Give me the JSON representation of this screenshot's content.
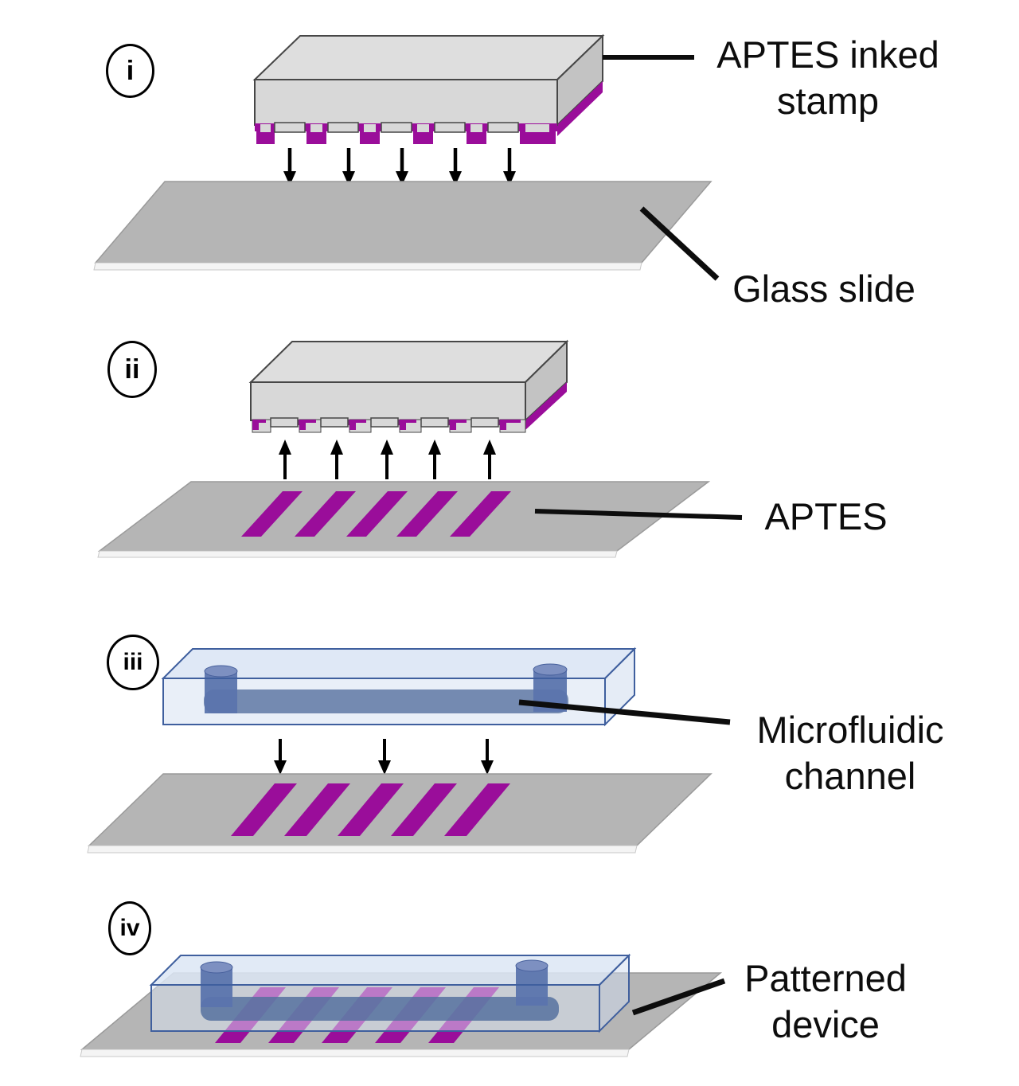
{
  "figure": {
    "type": "process-diagram",
    "subject": "Microcontact printing of APTES and microfluidic device assembly",
    "background": "#ffffff",
    "steps": [
      {
        "numeral": "i",
        "description_visible": "inked stamp lowered onto glass slide",
        "arrow_direction": "down",
        "arrow_count": 5
      },
      {
        "numeral": "ii",
        "description_visible": "stamp lifted leaving APTES stripes",
        "arrow_direction": "up",
        "arrow_count": 5,
        "stripe_count": 5
      },
      {
        "numeral": "iii",
        "description_visible": "microfluidic channel lowered onto patterned slide",
        "arrow_direction": "down",
        "arrow_count": 3,
        "stripe_count": 5
      },
      {
        "numeral": "iv",
        "description_visible": "assembled patterned device",
        "arrow_count": 0,
        "stripe_count": 5
      }
    ]
  },
  "annotations": {
    "aptes_inked_stamp": "APTES inked stamp",
    "glass_slide": "Glass slide",
    "aptes": "APTES",
    "microfluidic_channel": "Microfluidic channel",
    "patterned_device": "Patterned device"
  },
  "colors": {
    "magenta": "#9a0d9a",
    "stamp_top": "#dedede",
    "stamp_front": "#d8d8d8",
    "stamp_side": "#c3c3c3",
    "stamp_outline": "#474747",
    "slide_fill": "#b5b5b5",
    "slide_edge": "#f4f4f4",
    "slide_outline": "#9a9a9a",
    "pdms_front": "#dbe5f3",
    "pdms_top": "#dce6f5",
    "pdms_side": "#cfdcef",
    "pdms_outline": "#3f5f9e",
    "channel_fill": "#56719f",
    "port_fill": "#5b74ad",
    "port_top": "#7d90c1",
    "ink_black": "#0d0d0d"
  }
}
